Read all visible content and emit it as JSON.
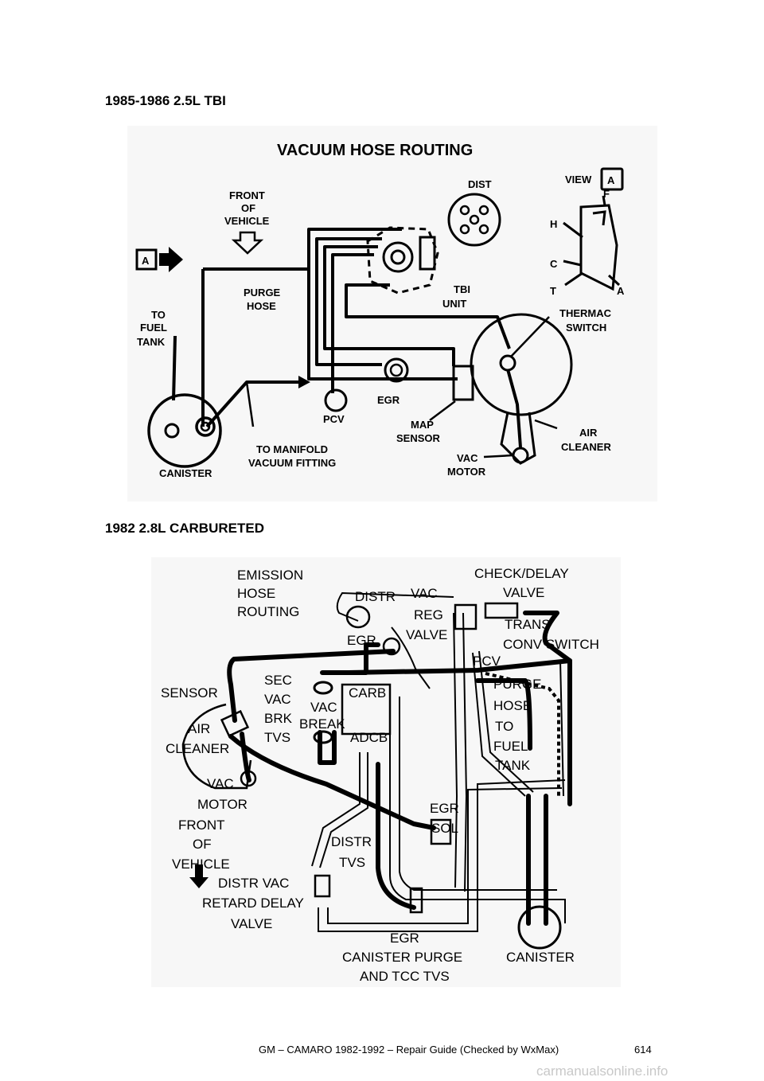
{
  "sections": {
    "first_title": "1985-1986 2.5L TBI",
    "second_title": "1982 2.8L CARBURETED"
  },
  "diagram1": {
    "heading": "VACUUM HOSE ROUTING",
    "labels": {
      "front1": "FRONT",
      "front2": "OF",
      "front3": "VEHICLE",
      "dist": "DIST",
      "view": "VIEW",
      "view_box": "A",
      "arrow_box": "A",
      "f": "F",
      "h": "H",
      "c": "C",
      "t": "T",
      "a": "A",
      "purge1": "PURGE",
      "purge2": "HOSE",
      "tbi1": "TBI",
      "tbi2": "UNIT",
      "thermac1": "THERMAC",
      "thermac2": "SWITCH",
      "tofuel1": "TO",
      "tofuel2": "FUEL",
      "tofuel3": "TANK",
      "egr": "EGR",
      "pcv": "PCV",
      "map1": "MAP",
      "map2": "SENSOR",
      "air1": "AIR",
      "air2": "CLEANER",
      "manifold1": "TO MANIFOLD",
      "manifold2": "VACUUM FITTING",
      "vac1": "VAC",
      "vac2": "MOTOR",
      "canister": "CANISTER"
    }
  },
  "diagram2": {
    "labels": {
      "emission1": "EMISSION",
      "emission2": "HOSE",
      "emission3": "ROUTING",
      "check1": "CHECK/DELAY",
      "check2": "VALVE",
      "distr": "DISTR",
      "vacreg1": "VAC",
      "vacreg2": "REG",
      "vacreg3": "VALVE",
      "trans1": "TRANS",
      "trans2": "CONV SWITCH",
      "egr_top": "EGR",
      "pcv": "PCV",
      "sensor": "SENSOR",
      "sec1": "SEC",
      "sec2": "VAC",
      "sec3": "BRK",
      "sec4": "TVS",
      "vacbreak1": "VAC",
      "vacbreak2": "BREAK",
      "carb": "CARB",
      "adcb": "ADCB",
      "purge1": "PURGE",
      "purge2": "HOSE",
      "purge3": "TO",
      "purge4": "FUEL",
      "purge5": "TANK",
      "air1": "AIR",
      "air2": "CLEANER",
      "vacmotor1": "VAC",
      "vacmotor2": "MOTOR",
      "front1": "FRONT",
      "front2": "OF",
      "front3": "VEHICLE",
      "egrsol1": "EGR",
      "egrsol2": "SOL",
      "distrtvs1": "DISTR",
      "distrtvs2": "TVS",
      "retard1": "DISTR VAC",
      "retard2": "RETARD DELAY",
      "retard3": "VALVE",
      "egr_bottom": "EGR",
      "cpurge1": "CANISTER PURGE",
      "cpurge2": "AND TCC TVS",
      "canister": "CANISTER"
    }
  },
  "footer": {
    "guide": "GM – CAMARO 1982-1992 – Repair Guide (Checked by WxMax)",
    "page": "614"
  },
  "watermark": "carmanualsonline.info"
}
